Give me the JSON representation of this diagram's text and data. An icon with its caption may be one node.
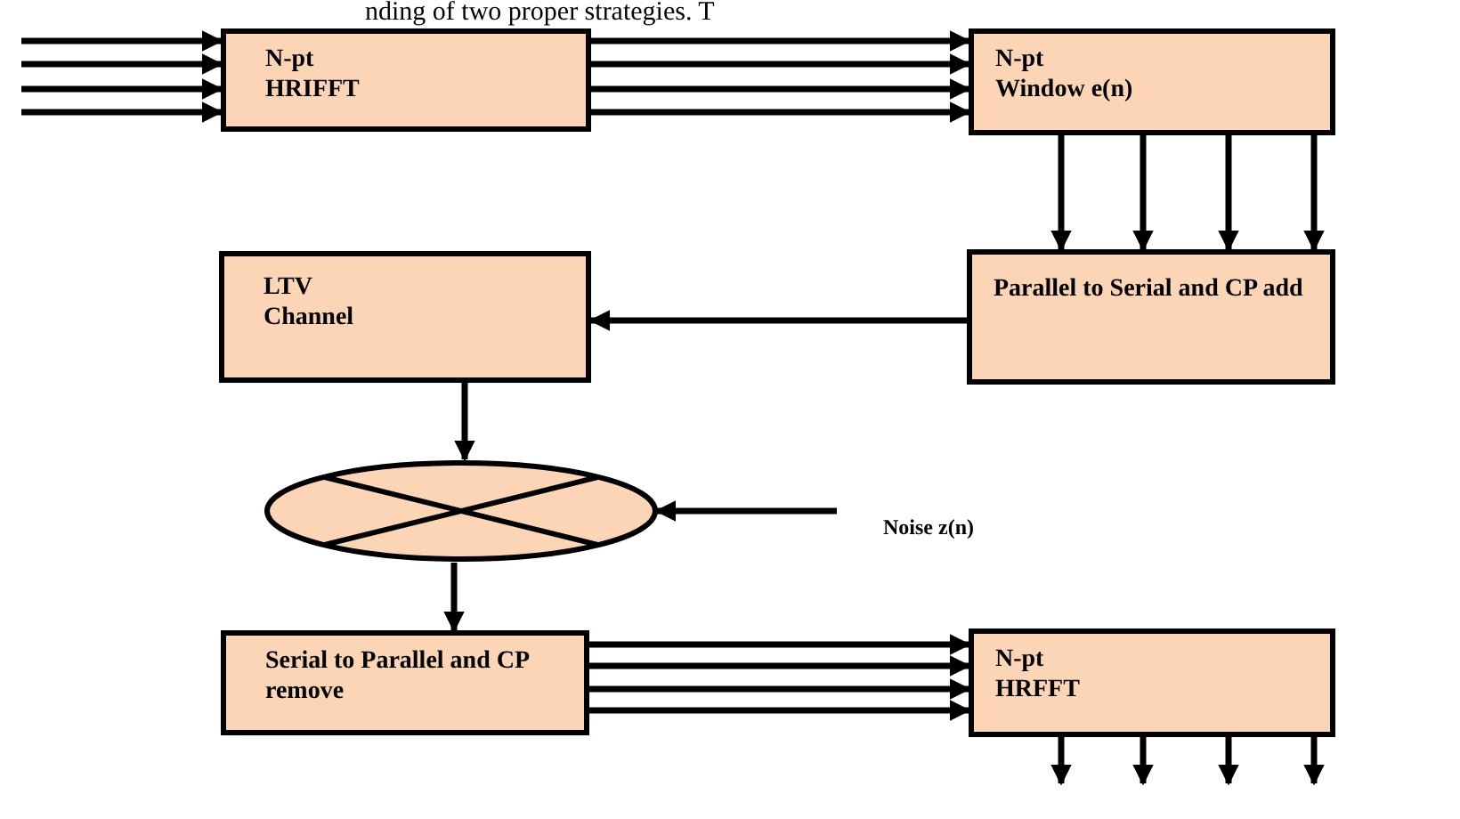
{
  "diagram": {
    "nodes": [
      {
        "text": [
          "N-pt HRIFFT"
        ]
      },
      {
        "text": [
          "N-pt Window e(n)"
        ]
      },
      {
        "text": [
          "Parallel to Serial and CP add"
        ]
      },
      {
        "text": [
          "LTV Channel"
        ]
      },
      {
        "text": [],
        "shape": "ellipse"
      },
      {
        "text": [
          "Noise z(n)"
        ]
      },
      {
        "text": [
          "Serial to Parallel and CP remove"
        ]
      },
      {
        "text": [
          "N-pt HRFFT"
        ]
      }
    ],
    "edges": [
      {
        "from": null,
        "to": 0,
        "arrow": "to"
      },
      {
        "from": null,
        "to": 0,
        "arrow": "to"
      },
      {
        "from": null,
        "to": 0,
        "arrow": "to"
      },
      {
        "from": null,
        "to": 0,
        "arrow": "to"
      },
      {
        "from": 0,
        "to": 1,
        "arrow": "to"
      },
      {
        "from": 0,
        "to": 1,
        "arrow": "to"
      },
      {
        "from": 0,
        "to": 1,
        "arrow": "to"
      },
      {
        "from": 0,
        "to": 1,
        "arrow": "to"
      },
      {
        "from": 1,
        "to": 2,
        "arrow": "to"
      },
      {
        "from": 1,
        "to": 2,
        "arrow": "to"
      },
      {
        "from": 1,
        "to": 2,
        "arrow": "to"
      },
      {
        "from": 1,
        "to": 2,
        "arrow": "to"
      },
      {
        "from": 2,
        "to": 3,
        "arrow": "to"
      },
      {
        "from": 3,
        "to": 4,
        "arrow": "to"
      },
      {
        "from": 5,
        "to": 4,
        "arrow": "to"
      },
      {
        "from": 4,
        "to": 6,
        "arrow": "to"
      },
      {
        "from": 6,
        "to": 7,
        "arrow": "to"
      },
      {
        "from": 6,
        "to": 7,
        "arrow": "to"
      },
      {
        "from": 6,
        "to": 7,
        "arrow": "to"
      },
      {
        "from": 6,
        "to": 7,
        "arrow": "to"
      },
      {
        "from": 7,
        "to": null,
        "arrow": "to"
      },
      {
        "from": 7,
        "to": null,
        "arrow": "to"
      },
      {
        "from": 7,
        "to": null,
        "arrow": "to"
      },
      {
        "from": 7,
        "to": null,
        "arrow": "to"
      }
    ],
    "labels": [
      "nding of two proper strategies. T"
    ]
  }
}
